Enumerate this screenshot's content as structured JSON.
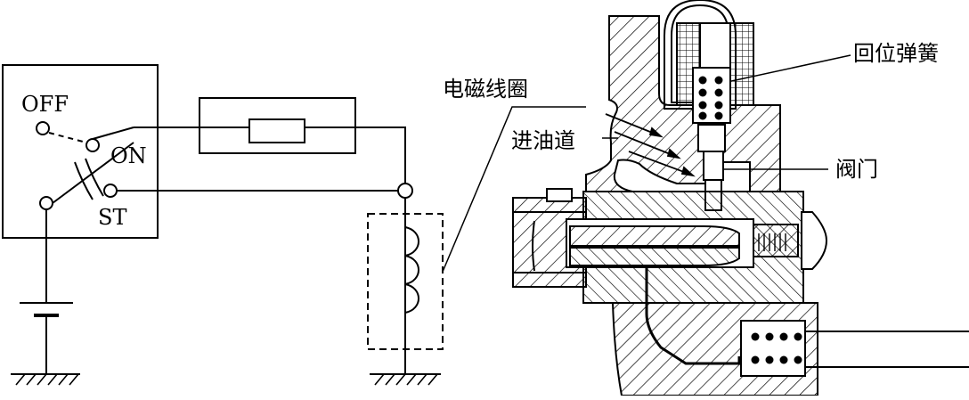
{
  "switch": {
    "off": "OFF",
    "on": "ON",
    "st": "ST"
  },
  "labels": {
    "coil": "电磁线圈",
    "oil_inlet": "进油道",
    "return_spring": "回位弹簧",
    "valve": "阀门"
  }
}
